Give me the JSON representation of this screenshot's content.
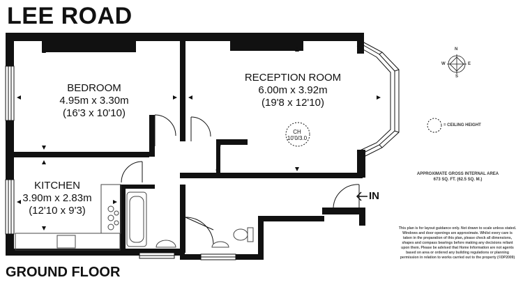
{
  "header": {
    "title": "LEE ROAD"
  },
  "footer": {
    "floor_label": "GROUND FLOOR"
  },
  "rooms": {
    "bedroom": {
      "name": "BEDROOM",
      "metric": "4.95m x 3.30m",
      "imperial": "(16'3 x 10'10)"
    },
    "reception": {
      "name": "RECEPTION ROOM",
      "metric": "6.00m x 3.92m",
      "imperial": "(19'8 x 12'10)"
    },
    "kitchen": {
      "name": "KITCHEN",
      "metric": "3.90m x 2.83m",
      "imperial": "(12'10 x 9'3)"
    }
  },
  "ceiling_height": {
    "abbr": "CH",
    "value": "10'0/3.0",
    "legend": "= CEILING HEIGHT"
  },
  "entrance": {
    "label": "IN"
  },
  "area": {
    "line1": "APPROXIMATE GROSS INTERNAL AREA",
    "line2": "673 SQ. FT. (62.5 SQ. M.)"
  },
  "disclaimer": "This plan is for layout guidance only. Not drawn to scale unless stated. Windows and door openings are approximate. Whilst every care is taken in the preparation of this plan, please check all dimensions, shapes and compass bearings before making any decisions reliant upon them. Please be advised that Home Information are not agents based on area or ordered any building regulations or planning permission in relation to works carried out to the property (©DP2009)",
  "compass": {
    "n": "N",
    "s": "S",
    "e": "E",
    "w": "W"
  },
  "colors": {
    "wall": "#111111",
    "fixture": "#444444",
    "background": "#ffffff"
  }
}
